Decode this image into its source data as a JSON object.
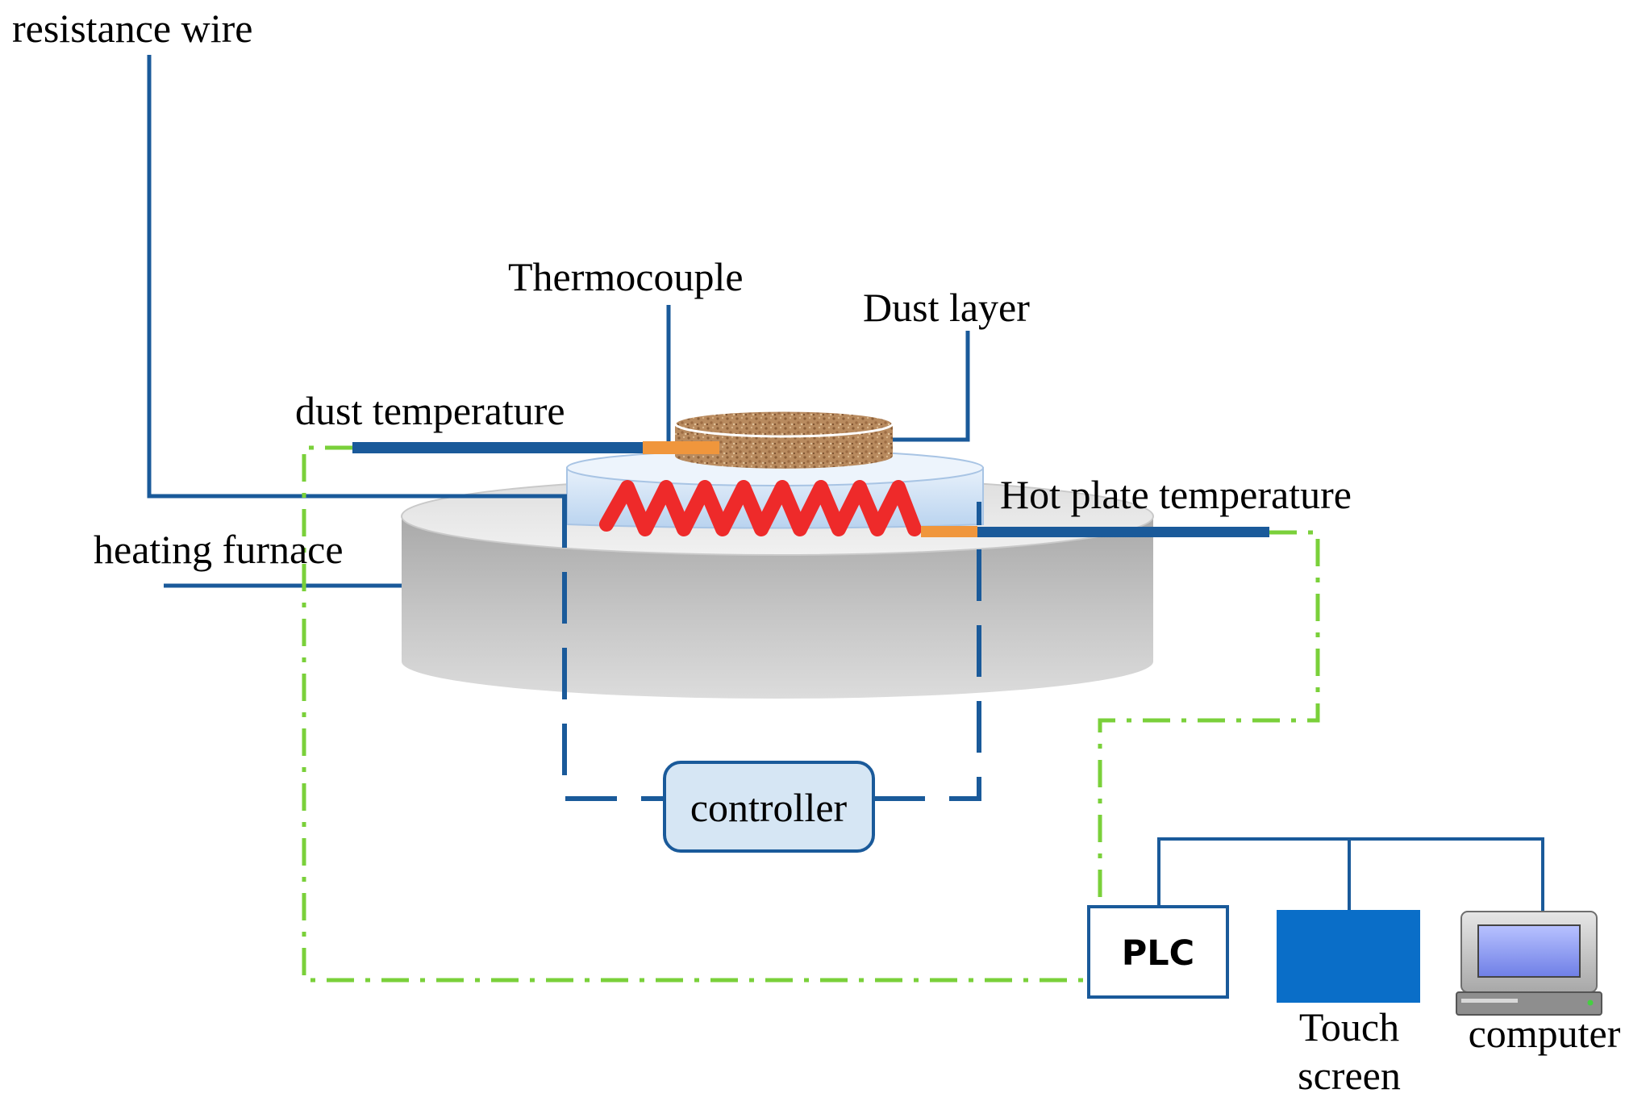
{
  "labels": {
    "resistance_wire": "resistance wire",
    "thermocouple": "Thermocouple",
    "dust_layer": "Dust layer",
    "dust_temperature": "dust temperature",
    "hot_plate_temperature": "Hot plate temperature",
    "heating_furnace": "heating furnace",
    "controller": "controller",
    "plc": "PLC",
    "touch_screen_line1": "Touch",
    "touch_screen_line2": "screen",
    "computer": "computer"
  },
  "colors": {
    "leader_line": "#1a5a9a",
    "signal_line": "#7ad03a",
    "heating_coil": "#ee2a2a",
    "thermocouple_tip": "#f0963c",
    "touch_screen": "#0a6ec8",
    "controller_fill": "#d6e6f4",
    "furnace": "#c8c8c8",
    "dust": "#b88a5e"
  },
  "icons": {
    "computer": "desktop-computer-icon",
    "touch_screen": "touch-screen-icon"
  }
}
